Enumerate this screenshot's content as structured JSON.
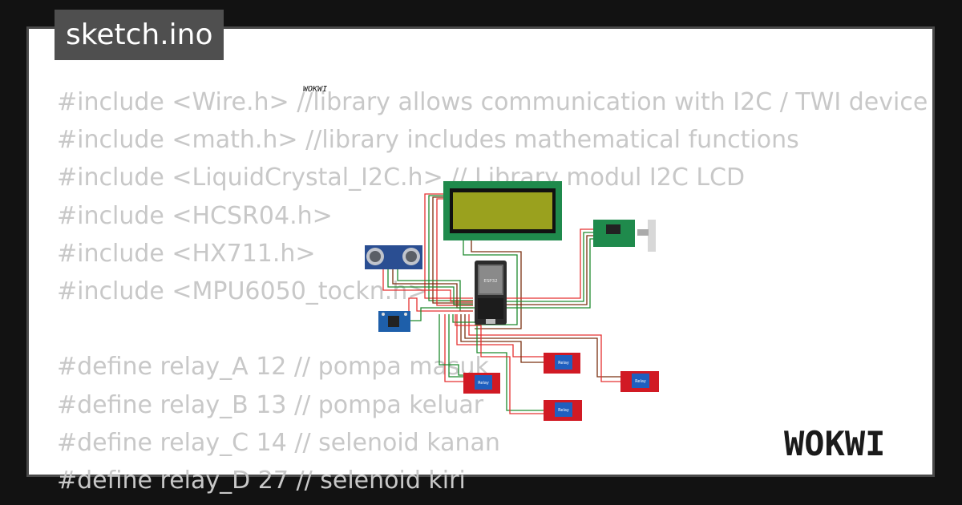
{
  "tab": {
    "filename": "sketch.ino"
  },
  "code_lines": [
    "#include <Wire.h> //library allows communication with I2C / TWI device",
    "#include <math.h> //library includes mathematical functions",
    "#include <LiquidCrystal_I2C.h> // Library modul I2C LCD",
    "#include <HCSR04.h>",
    "#include <HX711.h>",
    "#include <MPU6050_tockn.h>",
    "",
    "#define relay_A 12 // pompa masuk",
    "#define relay_B 13 // pompa keluar",
    "#define relay_C 14 // selenoid kanan",
    "#define relay_D 27 // selenoid kiri"
  ],
  "diagram": {
    "watermark": "WOKWI",
    "esp32_label": "ESP32",
    "relay_label": "Relay",
    "colors": {
      "lcd_bezel": "#1f8a4c",
      "lcd_screen": "#9aa11e",
      "esp32_board": "#2b2b2b",
      "sonar_board": "#2a4e92",
      "mpu_board": "#1e5faa",
      "hx711_board": "#1f8a4c",
      "relay_board": "#d11a24",
      "wire_red": "#e53030",
      "wire_green": "#1e8a2e",
      "wire_brown": "#7a3010"
    }
  },
  "logo": {
    "text": "WOKWI"
  }
}
